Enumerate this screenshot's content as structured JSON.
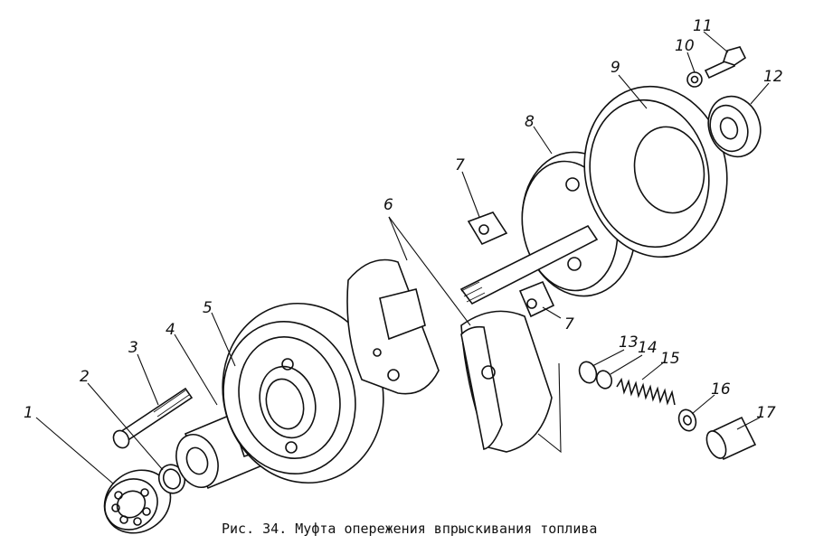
{
  "caption": "Рис. 34. Муфта опережения впрыскивания топлива",
  "part_labels": {
    "p1": "1",
    "p2": "2",
    "p3": "3",
    "p4": "4",
    "p5": "5",
    "p6": "6",
    "p7a": "7",
    "p7b": "7",
    "p8": "8",
    "p9": "9",
    "p10": "10",
    "p11": "11",
    "p12": "12",
    "p13": "13",
    "p14": "14",
    "p15": "15",
    "p16": "16",
    "p17": "17"
  }
}
